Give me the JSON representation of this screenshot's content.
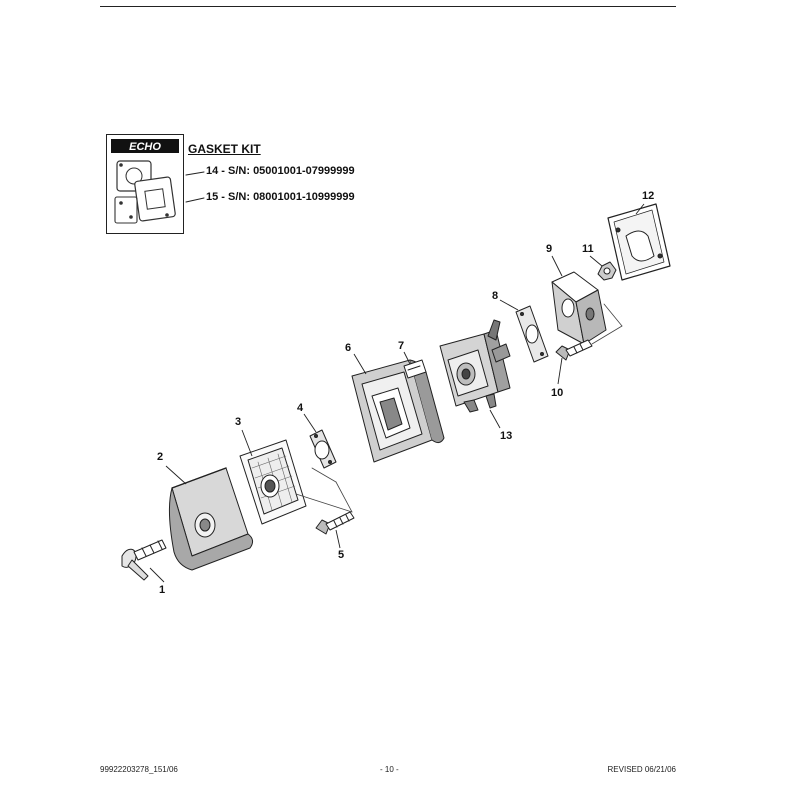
{
  "gasket_kit": {
    "brand": "ECHO",
    "title": "GASKET KIT",
    "lines": [
      "14 - S/N: 05001001-07999999",
      "15 - S/N: 08001001-10999999"
    ]
  },
  "callouts": [
    "1",
    "2",
    "3",
    "4",
    "5",
    "6",
    "7",
    "8",
    "9",
    "10",
    "11",
    "12",
    "13"
  ],
  "footer": {
    "part_number": "99922203278_151/06",
    "page": "- 10 -",
    "revised": "REVISED 06/21/06"
  }
}
